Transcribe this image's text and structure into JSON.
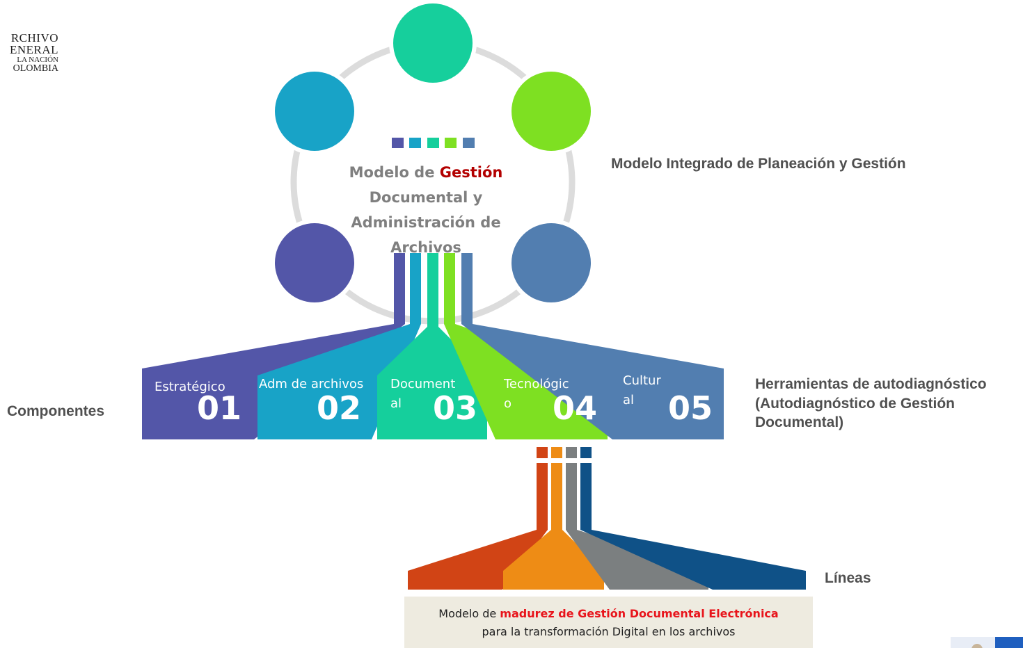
{
  "logo": {
    "line1": "RCHIVO",
    "line2": "ENERAL",
    "line3": "LA NACIÓN",
    "line4": "OLOMBIA"
  },
  "center": {
    "title_part1": "Modelo de ",
    "title_highlight": "Gestión",
    "title_part2": "Documental y Administración de Archivos"
  },
  "labels": {
    "mipg": "Modelo Integrado de Planeación y Gestión",
    "herramientas": "Herramientas de autodiagnóstico (Autodiagnóstico de Gestión Documental)",
    "componentes": "Componentes",
    "lineas": "Líneas"
  },
  "components": [
    {
      "name": "Estratégico",
      "number": "01",
      "color": "#5356a8"
    },
    {
      "name": "Adm de archivos",
      "number": "02",
      "color": "#18a3c7"
    },
    {
      "name": "Document al",
      "number": "03",
      "color": "#15cf9c"
    },
    {
      "name": "Tecnológic o",
      "number": "04",
      "color": "#7ee022"
    },
    {
      "name": "Cultur al",
      "number": "05",
      "color": "#527eb0"
    }
  ],
  "circle_colors": [
    "#16cf9c",
    "#7ee022",
    "#527eb0",
    "#5356a8",
    "#18a3c7"
  ],
  "line_colors": [
    "#d14415",
    "#ee8c15",
    "#7b7f80",
    "#0f5187"
  ],
  "caption": {
    "part1": "Modelo de ",
    "highlight": "madurez de Gestión Documental Electrónica",
    "line2": "para la transformación Digital en los archivos"
  }
}
